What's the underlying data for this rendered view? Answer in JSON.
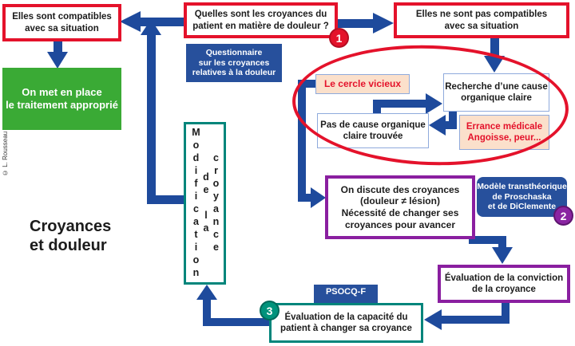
{
  "title": {
    "line1": "Croyances",
    "line2": "et douleur"
  },
  "copyright": "© L. Rousseau",
  "badges": {
    "one": "1",
    "two": "2",
    "three": "3"
  },
  "top": {
    "compatible": {
      "line1": "Elles sont compatibles",
      "line2": "avec sa situation"
    },
    "question": {
      "line1": "Quelles sont les croyances du",
      "line2": "patient en matière de douleur ?"
    },
    "not_compatible": {
      "line1": "Elles ne sont pas compatibles",
      "line2": "avec sa situation"
    },
    "questionnaire": {
      "line1": "Questionnaire",
      "line2": "sur les croyances",
      "line3": "relatives à la douleur"
    },
    "treatment": {
      "line1": "On met en place",
      "line2": "le traitement approprié"
    }
  },
  "cycle": {
    "label": "Le cercle vicieux",
    "search": {
      "line1": "Recherche d’une cause",
      "line2": "organique claire"
    },
    "no_cause": {
      "line1": "Pas de cause organique",
      "line2": "claire trouvée"
    },
    "errance": {
      "line1": "Errance médicale",
      "line2": "Angoisse, peur..."
    }
  },
  "modification": {
    "col1": "Modification",
    "col2": "de la",
    "col3": "croyance"
  },
  "discussion": {
    "line1": "On discute des croyances",
    "line2": "(douleur ≠ lésion)",
    "line3": "Nécessité de changer ses",
    "line4": "croyances pour avancer"
  },
  "model": {
    "line1": "Modèle transthéorique",
    "line2": "de Proschaska",
    "line3": "et de DiClemente"
  },
  "conviction": {
    "line1": "Évaluation de la conviction",
    "line2": "de la croyance"
  },
  "capacity": {
    "line1": "Évaluation de la capacité du",
    "line2": "patient à changer sa croyance"
  },
  "psocq_label": "PSOCQ-F",
  "colors": {
    "navy_arrow": "#1e4a9c",
    "navy_box": "#27509c",
    "red": "#e4122b",
    "green": "#3aaa35",
    "teal": "#00857b",
    "purple": "#8a1fa0",
    "peach": "#fbe0cb",
    "light_blue_border": "#8faadc"
  }
}
